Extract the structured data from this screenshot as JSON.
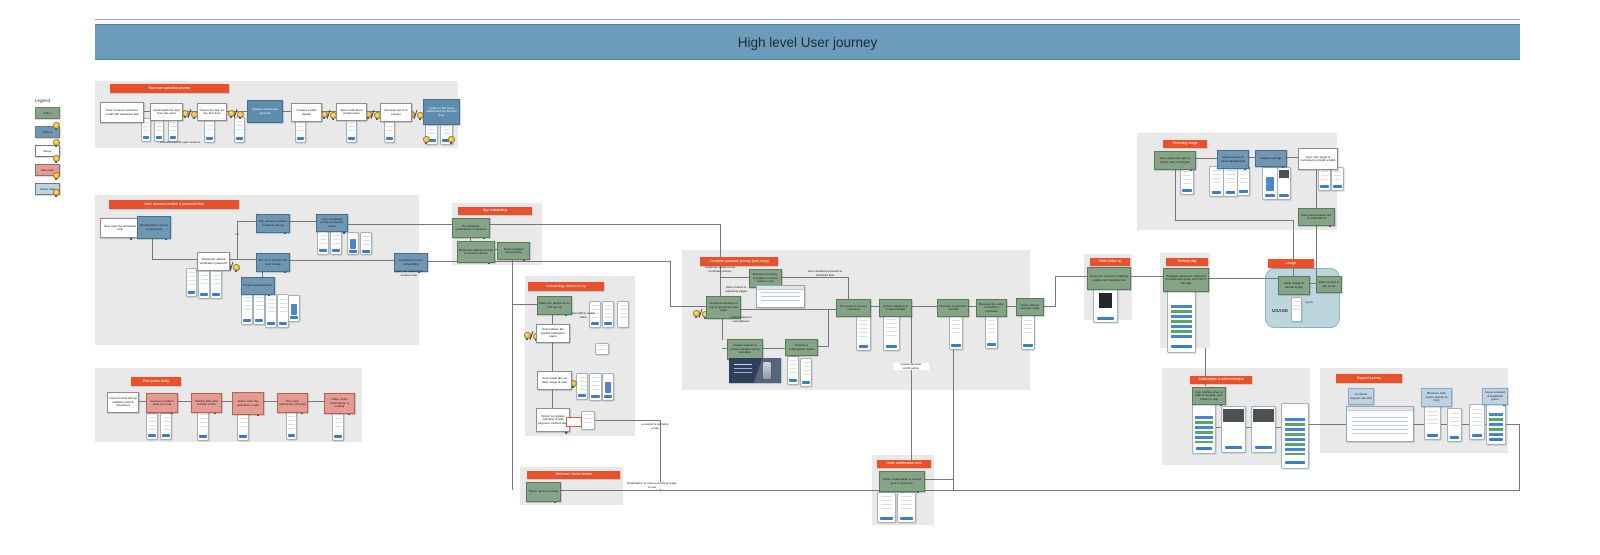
{
  "title": "High level User journey",
  "legend": {
    "heading": "Legend",
    "items": [
      {
        "label": "Action",
        "color": "#85a487"
      },
      {
        "label": "System",
        "color": "#6f97b4"
      },
      {
        "label": "Screen",
        "color": "#ffffff"
      },
      {
        "label": "Pain point",
        "color": "#e59a92"
      },
      {
        "label": "Future state",
        "color": "#bdd3e1"
      }
    ]
  },
  "accent_colors": {
    "section_header": "#e8512b",
    "title_bar": "#6b9cba",
    "award_icon": "gold-medal"
  },
  "sections": {
    "signup": {
      "header": "New user activation journey",
      "nodes": [
        "User receives welcome email with activation link",
        "Downloads the app from the store",
        "Opens the app for the first time",
        "System verifies the account",
        "Creates profile details",
        "Sets notification preferences",
        "Reviews terms & privacy",
        "Lands on the home dashboard for the first time"
      ],
      "caption": "Activation & first-open screens"
    },
    "account": {
      "header": "User: account creation & password flow",
      "nodes": [
        "User taps the activation link",
        "Redirected to set up a password",
        "Password valid & verification passed?",
        "Yes: account verified, continue set up",
        "User completes profile & security setup",
        "No: error shown with retry & help",
        "Forgot password flow",
        "Continues to app onboarding"
      ],
      "no_label": "no",
      "caption": "user can relaunch & resume later"
    },
    "apponboarding": {
      "header": "App onboarding",
      "nodes": [
        "Permissions: notifications & location",
        "Bluetooth pairing prompt to connect device",
        "Device paired successfully"
      ]
    },
    "devicesetup": {
      "header": "Onboarding: device set up",
      "nodes": [
        "Place the device & run first set up",
        "User follows the guided calibration steps",
        "User reads tips on daily usage & care",
        "Option to register warranty & add payment method later"
      ],
      "hint": "scan QR to watch video",
      "receipt": "e-receipt & warranty email"
    },
    "welcome": {
      "header": "Welcome / home screen",
      "nodes": [
        "Home: all set & ready"
      ],
      "expect": "Expectation to have everything ready to use"
    },
    "purchase": {
      "header": "Complete purchase journey (web shop)",
      "nodes": [
        "Customer decides to buy & opens the web shop",
        "Browses products, compares models, adds to cart",
        "Reads reviews & product details before deciding",
        "Selects a subscription option",
        "Proceeds to secure checkout",
        "Enters shipping & contact details",
        "Chooses a payment method",
        "Reviews the order & confirms purchase",
        "Order placed: success page"
      ],
      "start": "Customer starts a new purchase journey",
      "checkout": "once decided proceeds to checkout flow",
      "browse": "visits product & marketing pages",
      "reviews": "reads reviews & comparisons",
      "sms": "sms/email order confirmation"
    },
    "confirmation": {
      "header": "Order confirmation sent",
      "nodes": [
        "Order confirmation & receipt sent to customer"
      ]
    },
    "orderreceived": {
      "header": "Order follow up",
      "nodes": [
        "Customer receives shipping update with tracking link"
      ]
    },
    "delivery": {
      "header": "Delivery day",
      "nodes": [
        "Package delivered: unboxing & quick start guide with QR to the app"
      ]
    },
    "usage": {
      "header": "Usage",
      "nodes": [
        "Daily usage of device & app",
        "Data synced to the cloud"
      ],
      "label": "USAGE",
      "sync": "syncs"
    },
    "returning": {
      "header": "Returning usage",
      "nodes": [
        "User opens the app to check stats & insights",
        "Views history & trend dashboards",
        "Adjusts settings",
        "User sets goals & reminders to build a habit",
        "Gets personalised tips & notifications"
      ]
    },
    "subscription": {
      "header": "Subscription & refill reminders",
      "nodes": [
        "App notifies when a refill is needed; user orders in app"
      ]
    },
    "support": {
      "header": "Support journey",
      "nodes": [
        "Contacts support via chat",
        "Browses help centre articles & FAQ",
        "Issue resolved & feedback given"
      ]
    },
    "painpoints": {
      "header": "Pain points today",
      "nodes": [
        "Issues found during usability tests & interviews",
        "Account creation feels too long",
        "Pairing fails with unclear errors",
        "Users miss the activation email",
        "Too many permission prompts",
        "Value of the subscription is unclear"
      ]
    }
  }
}
